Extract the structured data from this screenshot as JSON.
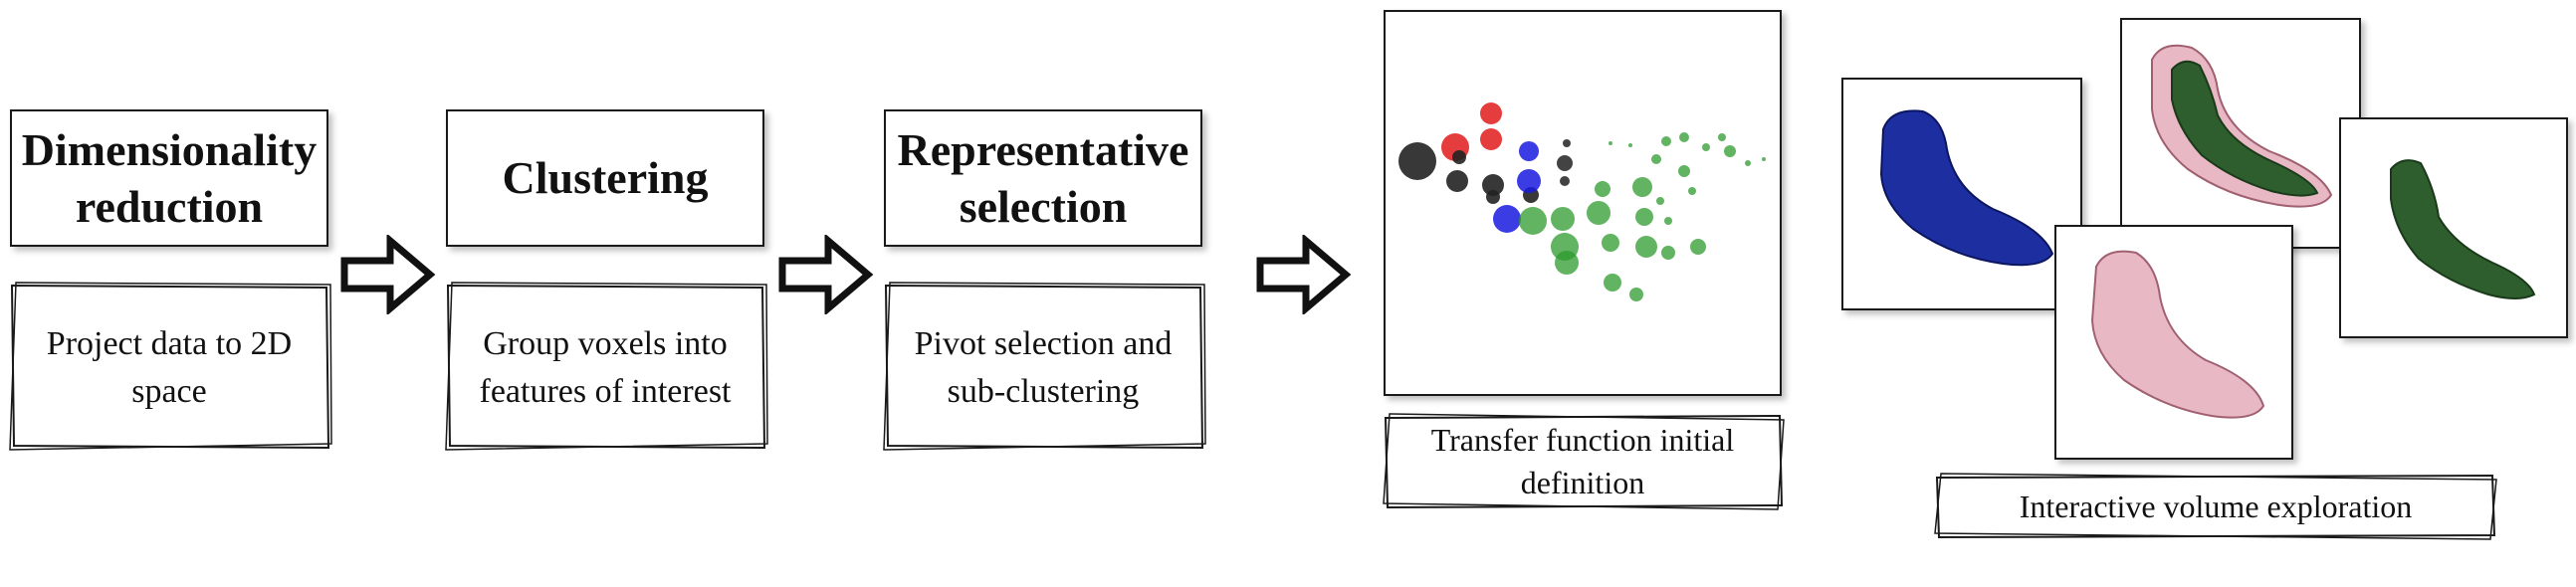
{
  "steps": [
    {
      "title": "Dimensionality reduction",
      "description": "Project data to 2D space"
    },
    {
      "title": "Clustering",
      "description": "Group voxels into features of interest"
    },
    {
      "title": "Representative selection",
      "description": "Pivot selection and sub-clustering"
    }
  ],
  "transfer_function": {
    "caption": "Transfer function initial definition"
  },
  "exploration": {
    "caption": "Interactive volume exploration"
  },
  "colors": {
    "black_cluster": "#222222",
    "red_cluster": "#e01b1b",
    "blue_cluster": "#1a1ae0",
    "green_cluster": "#2e9a2e",
    "foot_blue": "#1c2ea0",
    "foot_pink": "#e8b8c4",
    "foot_green": "#2e5e2e"
  },
  "icons": [
    "right-arrow-icon",
    "foot-render-icon"
  ]
}
